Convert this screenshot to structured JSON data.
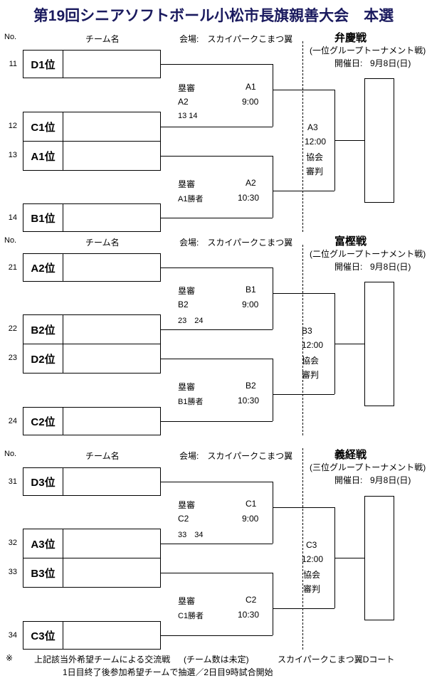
{
  "title": "第19回シニアソフトボール小松市長旗親善大会　本選",
  "labels": {
    "no": "No.",
    "team_name": "チーム名",
    "venue": "会場:　スカイパークこまつ翼",
    "date_label": "開催日:",
    "umpire": "塁審",
    "association": "協会",
    "judge": "審判"
  },
  "brackets": [
    {
      "name": "弁慶戦",
      "subtitle": "(一位グループトーナメント戦)",
      "date": "9月8日(日)",
      "venue": "会場:　スカイパークこまつ翼",
      "teams": [
        {
          "no": "11",
          "seed": "D1位",
          "name": ""
        },
        {
          "no": "12",
          "seed": "C1位",
          "name": ""
        },
        {
          "no": "13",
          "seed": "A1位",
          "name": ""
        },
        {
          "no": "14",
          "seed": "B1位",
          "name": ""
        }
      ],
      "match_top": {
        "umpire": "塁審",
        "code": "A1",
        "umpire_team": "A2",
        "time": "9:00",
        "teams_note": "13 14"
      },
      "match_bottom": {
        "umpire": "塁審",
        "code": "A2",
        "umpire_team": "A1勝者",
        "time": "10:30"
      },
      "final": {
        "code": "A3",
        "time": "12:00",
        "association": "協会",
        "judge": "審判"
      }
    },
    {
      "name": "富樫戦",
      "subtitle": "(二位グループトーナメント戦)",
      "date": "9月8日(日)",
      "venue": "会場:　スカイパークこまつ翼",
      "teams": [
        {
          "no": "21",
          "seed": "A2位",
          "name": ""
        },
        {
          "no": "22",
          "seed": "B2位",
          "name": ""
        },
        {
          "no": "23",
          "seed": "D2位",
          "name": ""
        },
        {
          "no": "24",
          "seed": "C2位",
          "name": ""
        }
      ],
      "match_top": {
        "umpire": "塁審",
        "code": "B1",
        "umpire_team": "B2",
        "time": "9:00",
        "teams_note": "23　24"
      },
      "match_bottom": {
        "umpire": "塁審",
        "code": "B2",
        "umpire_team": "B1勝者",
        "time": "10:30"
      },
      "final": {
        "code": "B3",
        "time": "12:00",
        "association": "協会",
        "judge": "審判"
      }
    },
    {
      "name": "義経戦",
      "subtitle": "(三位グループトーナメント戦)",
      "date": "9月8日(日)",
      "venue": "会場:　スカイパークこまつ翼",
      "teams": [
        {
          "no": "31",
          "seed": "D3位",
          "name": ""
        },
        {
          "no": "32",
          "seed": "A3位",
          "name": ""
        },
        {
          "no": "33",
          "seed": "B3位",
          "name": ""
        },
        {
          "no": "34",
          "seed": "C3位",
          "name": ""
        }
      ],
      "match_top": {
        "umpire": "塁審",
        "code": "C1",
        "umpire_team": "C2",
        "time": "9:00",
        "teams_note": "33　34"
      },
      "match_bottom": {
        "umpire": "塁審",
        "code": "C2",
        "umpire_team": "C1勝者",
        "time": "10:30"
      },
      "final": {
        "code": "C3",
        "time": "12:00",
        "association": "協会",
        "judge": "審判"
      }
    }
  ],
  "footer": {
    "mark": "※",
    "line1_a": "上記該当外希望チームによる交流戦",
    "line1_b": "(チーム数は未定)",
    "line1_c": "スカイパークこまつ翼Dコート",
    "line2": "1日目終了後参加希望チームで抽選／2日目9時試合開始"
  }
}
